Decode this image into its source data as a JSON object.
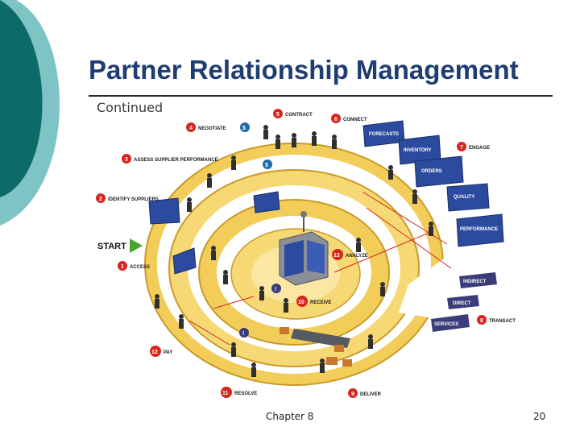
{
  "title": "Partner Relationship Management",
  "subtitle": "Continued",
  "footer": {
    "center": "Chapter 8",
    "page": "20"
  },
  "theme": {
    "teal_dark": "#0c6b68",
    "teal_light": "#7fc4c4",
    "title_color": "#1f3d72",
    "ring_yellow": "#f3cd5a",
    "step_red": "#d7261e",
    "screen_blue": "#2c4b9e"
  },
  "diagram": {
    "start_label": "START",
    "steps": [
      {
        "num": "1",
        "label": "ACCESS"
      },
      {
        "num": "2",
        "label": "IDENTIFY SUPPLIERS"
      },
      {
        "num": "3",
        "label": "ASSESS SUPPLIER PERFORMANCE"
      },
      {
        "num": "4",
        "label": "NEGOTIATE"
      },
      {
        "num": "5",
        "label": "CONTRACT"
      },
      {
        "num": "6",
        "label": "CONNECT"
      },
      {
        "num": "7",
        "label": "ENGAGE"
      },
      {
        "num": "8",
        "label": "TRANSACT"
      },
      {
        "num": "9",
        "label": "DELIVER"
      },
      {
        "num": "10",
        "label": "RECEIVE"
      },
      {
        "num": "11",
        "label": "RESOLVE"
      },
      {
        "num": "12",
        "label": "PAY"
      },
      {
        "num": "13",
        "label": "ANALYZE"
      }
    ],
    "screens": [
      "FORECASTS",
      "INVENTORY",
      "ORDERS",
      "QUALITY",
      "PERFORMANCE"
    ],
    "transact_bands": [
      "INDIRECT",
      "DIRECT",
      "SERVICES"
    ],
    "icons": [
      "dollar-icon",
      "alert-icon",
      "start-arrow-icon"
    ]
  }
}
